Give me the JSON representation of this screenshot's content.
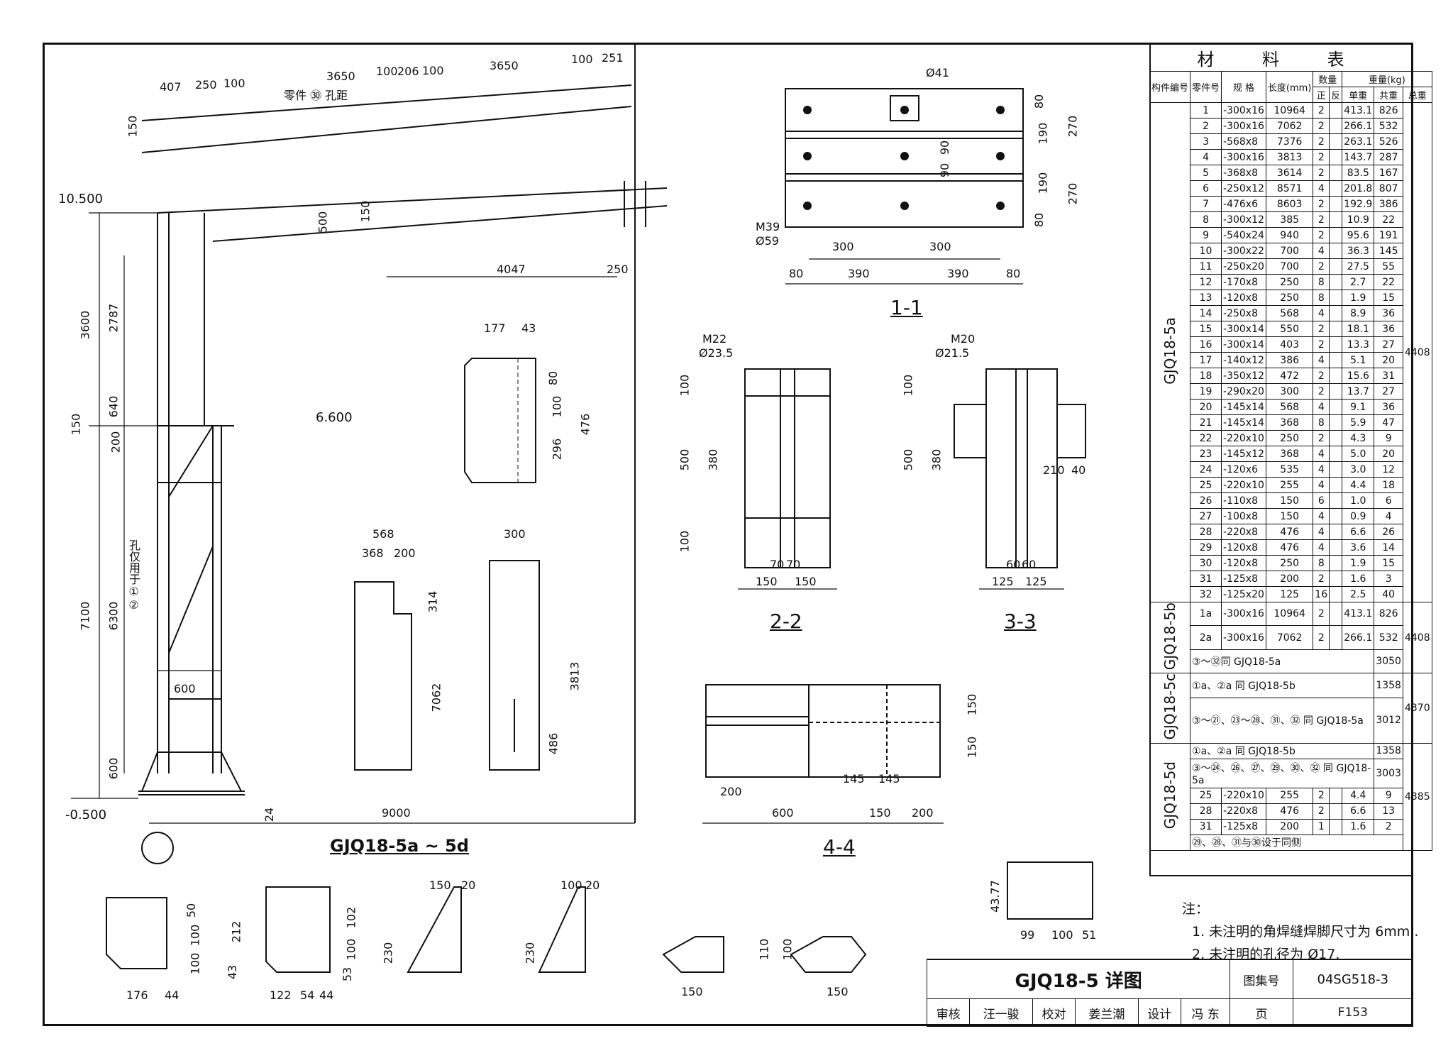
{
  "main_title": "GJQ18-5a ~ 5d",
  "section_titles": [
    "1-1",
    "2-2",
    "3-3",
    "4-4"
  ],
  "elevation_labels": {
    "top": "10.500",
    "mid": "6.600",
    "bottom": "-0.500"
  },
  "dimensions_left": [
    "3600",
    "2787",
    "7100",
    "6300",
    "640",
    "600",
    "200",
    "150"
  ],
  "dimensions_beam": [
    "407",
    "250",
    "100",
    "3650",
    "100",
    "206",
    "100",
    "3650",
    "100",
    "251",
    "4047",
    "250",
    "500",
    "150",
    "150"
  ],
  "dimensions_base": [
    "600",
    "9000",
    "24"
  ],
  "beam_note": "零件 ㉚ 孔距",
  "column_note": "孔仅用于①②",
  "section_1_1_dims": [
    "300",
    "300",
    "80",
    "390",
    "390",
    "80",
    "80",
    "190",
    "190",
    "80",
    "270",
    "270",
    "90",
    "90"
  ],
  "section_1_1_labels": {
    "bolt": "M39",
    "hole": "Ø59",
    "d41": "Ø41"
  },
  "section_2_2_labels": {
    "bolt": "M22",
    "hole": "Ø23.5"
  },
  "section_2_2_dims": [
    "150",
    "150",
    "70",
    "70",
    "100",
    "500",
    "380",
    "100"
  ],
  "section_3_3_labels": {
    "bolt": "M20",
    "hole": "Ø21.5"
  },
  "section_3_3_dims": [
    "125",
    "125",
    "60",
    "60",
    "100",
    "500",
    "380",
    "210",
    "40"
  ],
  "section_4_4_dims": [
    "200",
    "600",
    "150",
    "200",
    "145",
    "145",
    "150",
    "150"
  ],
  "plate_dims": {
    "p28": [
      "177",
      "43",
      "80",
      "100",
      "296",
      "476"
    ],
    "p3": [
      "568",
      "368",
      "200",
      "314",
      "7062"
    ],
    "p4": [
      "300",
      "3813",
      "486"
    ],
    "p22": [
      "176",
      "44",
      "50",
      "100",
      "100"
    ],
    "p25": [
      "122",
      "54",
      "44",
      "212",
      "43",
      "102",
      "100",
      "53"
    ],
    "p12": [
      "150",
      "20",
      "230"
    ],
    "p13": [
      "100",
      "20",
      "230"
    ],
    "p26": [
      "150",
      "110"
    ],
    "p27": [
      "150",
      "100"
    ],
    "p30": [
      "99",
      "100",
      "51",
      "43.77"
    ]
  },
  "table": {
    "title": "材 料 表",
    "headers": {
      "member": "构件编号",
      "part": "零件号",
      "spec": "规 格",
      "length": "长度(mm)",
      "qty": "数量",
      "weight": "重量(kg)",
      "pos": "正",
      "neg": "反",
      "unit": "单重",
      "total": "共重",
      "grand": "总重"
    },
    "rows_5a": [
      [
        "1",
        "-300x16",
        "10964",
        "2",
        "413.1",
        "826"
      ],
      [
        "2",
        "-300x16",
        "7062",
        "2",
        "266.1",
        "532"
      ],
      [
        "3",
        "-568x8",
        "7376",
        "2",
        "263.1",
        "526"
      ],
      [
        "4",
        "-300x16",
        "3813",
        "2",
        "143.7",
        "287"
      ],
      [
        "5",
        "-368x8",
        "3614",
        "2",
        "83.5",
        "167"
      ],
      [
        "6",
        "-250x12",
        "8571",
        "4",
        "201.8",
        "807"
      ],
      [
        "7",
        "-476x6",
        "8603",
        "2",
        "192.9",
        "386"
      ],
      [
        "8",
        "-300x12",
        "385",
        "2",
        "10.9",
        "22"
      ],
      [
        "9",
        "-540x24",
        "940",
        "2",
        "95.6",
        "191"
      ],
      [
        "10",
        "-300x22",
        "700",
        "4",
        "36.3",
        "145"
      ],
      [
        "11",
        "-250x20",
        "700",
        "2",
        "27.5",
        "55"
      ],
      [
        "12",
        "-170x8",
        "250",
        "8",
        "2.7",
        "22"
      ],
      [
        "13",
        "-120x8",
        "250",
        "8",
        "1.9",
        "15"
      ],
      [
        "14",
        "-250x8",
        "568",
        "4",
        "8.9",
        "36"
      ],
      [
        "15",
        "-300x14",
        "550",
        "2",
        "18.1",
        "36"
      ],
      [
        "16",
        "-300x14",
        "403",
        "2",
        "13.3",
        "27"
      ],
      [
        "17",
        "-140x12",
        "386",
        "4",
        "5.1",
        "20"
      ],
      [
        "18",
        "-350x12",
        "472",
        "2",
        "15.6",
        "31"
      ],
      [
        "19",
        "-290x20",
        "300",
        "2",
        "13.7",
        "27"
      ],
      [
        "20",
        "-145x14",
        "568",
        "4",
        "9.1",
        "36"
      ],
      [
        "21",
        "-145x14",
        "368",
        "8",
        "5.9",
        "47"
      ],
      [
        "22",
        "-220x10",
        "250",
        "2",
        "4.3",
        "9"
      ],
      [
        "23",
        "-145x12",
        "368",
        "4",
        "5.0",
        "20"
      ],
      [
        "24",
        "-120x6",
        "535",
        "4",
        "3.0",
        "12"
      ],
      [
        "25",
        "-220x10",
        "255",
        "4",
        "4.4",
        "18"
      ],
      [
        "26",
        "-110x8",
        "150",
        "6",
        "1.0",
        "6"
      ],
      [
        "27",
        "-100x8",
        "150",
        "4",
        "0.9",
        "4"
      ],
      [
        "28",
        "-220x8",
        "476",
        "4",
        "6.6",
        "26"
      ],
      [
        "29",
        "-120x8",
        "476",
        "4",
        "3.6",
        "14"
      ],
      [
        "30",
        "-120x8",
        "250",
        "8",
        "1.9",
        "15"
      ],
      [
        "31",
        "-125x8",
        "200",
        "2",
        "1.6",
        "3"
      ],
      [
        "32",
        "-125x20",
        "125",
        "16",
        "2.5",
        "40"
      ]
    ],
    "group_5a": "GJQ18-5a",
    "total_5a": "4408",
    "group_5b": "GJQ18-5b",
    "rows_5b": [
      [
        "1a",
        "-300x16",
        "10964",
        "2",
        "413.1",
        "826"
      ],
      [
        "2a",
        "-300x16",
        "7062",
        "2",
        "266.1",
        "532"
      ]
    ],
    "note_5b": "③～㉜同 GJQ18-5a",
    "sub_5b": "3050",
    "total_5b": "4408",
    "group_5c": "GJQ18-5c",
    "note_5c_1": "①a、②a 同 GJQ18-5b",
    "sub_5c_1": "1358",
    "note_5c_2": "③～㉑、㉓～㉘、㉛、㉜ 同 GJQ18-5a",
    "sub_5c_2": "3012",
    "total_5c": "4370",
    "group_5d": "GJQ18-5d",
    "note_5d_1": "①a、②a 同 GJQ18-5b",
    "sub_5d_1": "1358",
    "note_5d_2": "③～㉔、㉖、㉗、㉙、㉚、㉜ 同 GJQ18-5a",
    "sub_5d_2": "3003",
    "rows_5d": [
      [
        "25",
        "-220x10",
        "255",
        "2",
        "4.4",
        "9"
      ],
      [
        "28",
        "-220x8",
        "476",
        "2",
        "6.6",
        "13"
      ],
      [
        "31",
        "-125x8",
        "200",
        "1",
        "1.6",
        "2"
      ]
    ],
    "note_5d_3": "㉙、㉘、㉛与㉚设于同侧",
    "total_5d": "4385"
  },
  "notes": {
    "heading": "注：",
    "items": [
      "1. 未注明的角焊缝焊脚尺寸为 6mm .",
      "2. 未注明的孔径为 Ø17."
    ]
  },
  "title_block": {
    "drawing_title": "GJQ18-5 详图",
    "atlas_label": "图集号",
    "atlas_no": "04SG518-3",
    "review": "审核",
    "reviewer": "汪一骏",
    "check": "校对",
    "checker": "姜兰潮",
    "design": "设计",
    "designer": "冯 东",
    "page_label": "页",
    "page_no": "F153"
  }
}
